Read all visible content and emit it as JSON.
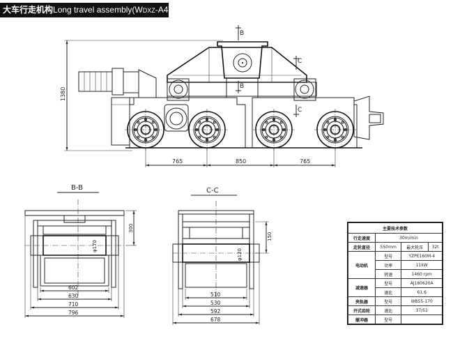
{
  "title": {
    "prefix": "大车行走机构",
    "main": "Long travel assembly(W",
    "sub": "DXZ",
    "suffix": "-A4)"
  },
  "section_marks": {
    "b": "B",
    "c": "C"
  },
  "main_view": {
    "height_dim": "1380",
    "spacings": [
      "765",
      "850",
      "765"
    ]
  },
  "section_bb": {
    "title": "B-B",
    "height_dim": "300",
    "diameter": "φ170",
    "widths": [
      "602",
      "630",
      "710",
      "796"
    ]
  },
  "section_cc": {
    "title": "C-C",
    "height_dim": "150",
    "diameter": "φ120",
    "widths": [
      "510",
      "530",
      "592",
      "678"
    ]
  },
  "spec_table": {
    "title": "主要技术参数",
    "travel_speed_label": "行走速度",
    "travel_speed": "30m/min",
    "wheel_dia_label": "走轮直径",
    "wheel_dia": "550mm",
    "max_load_label": "最大轮压",
    "max_load": "32t",
    "motor_label": "电动机",
    "motor_model_label": "型号",
    "motor_model": "YZPE160M-4",
    "power_label": "功率",
    "power": "11kW",
    "speed_label": "转速",
    "speed": "1460 rpm",
    "reducer_label": "减速器",
    "reducer_model_label": "型号",
    "reducer_model": "AJ180620A",
    "ratio_label": "速比",
    "ratio": "61.6",
    "brake_label": "夹轨器",
    "brake_model_label": "型号",
    "brake_model": "WB55-170",
    "gear_label": "开式齿轮",
    "gear_ratio_label": "速比",
    "gear_ratio": "37/51",
    "buffer_label": "缓冲器",
    "buffer_model_label": "型号",
    "buffer_model": ""
  }
}
